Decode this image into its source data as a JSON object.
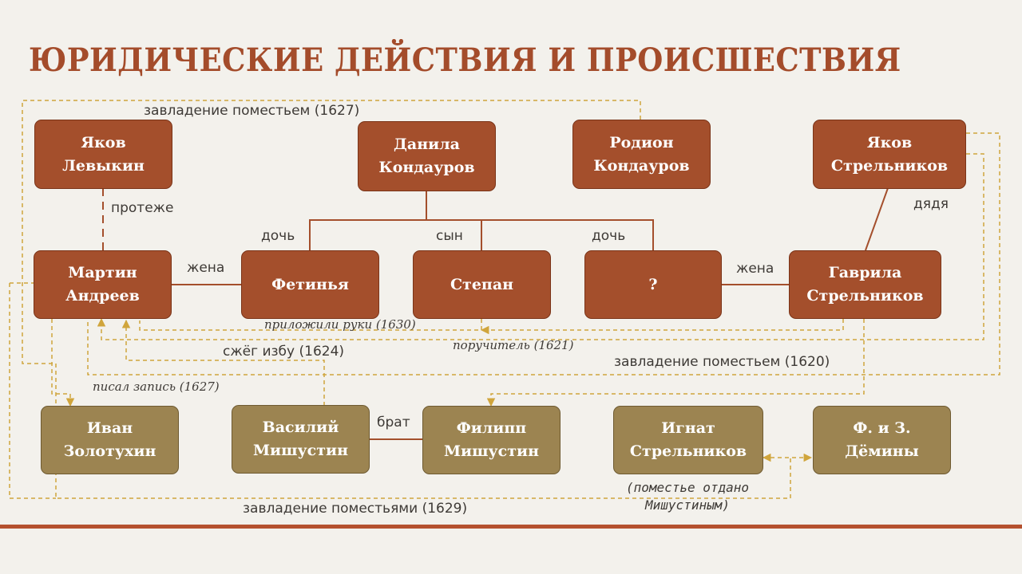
{
  "title": "ЮРИДИЧЕСКИЕ ДЕЙСТВИЯ И ПРОИСШЕСТВИЯ",
  "nodes": {
    "yakov_levykin": "Яков\nЛевыкин",
    "danila_kondaurov": "Данила\nКондауров",
    "rodion_kondaurov": "Родион\nКондауров",
    "yakov_strelnikov": "Яков\nСтрельников",
    "martin_andreev": "Мартин\nАндреев",
    "fetinya": "Фетинья",
    "stepan": "Степан",
    "unknown": "?",
    "gavrila_strelnikov": "Гаврила\nСтрельников",
    "ivan_zolotukhin": "Иван\nЗолотухин",
    "vasily_mishustin": "Василий\nМишустин",
    "filipp_mishustin": "Филипп\nМишустин",
    "ignat_strelnikov": "Игнат\nСтрельников",
    "deminy": "Ф. и З.\nДёмины"
  },
  "labels": {
    "zavladenie_1627": "завладение поместьем (1627)",
    "protezhe": "протеже",
    "doch1": "дочь",
    "syn": "сын",
    "doch2": "дочь",
    "dyadya": "дядя",
    "zhena1": "жена",
    "zhena2": "жена",
    "prilozhili": "приложили руки (1630)",
    "szheg": "сжёг избу (1624)",
    "poruchitel": "поручитель (1621)",
    "zavladenie_1620": "завладение поместьем (1620)",
    "pisal": "писал запись (1627)",
    "brat": "брат",
    "pomestie_note": "(поместье отдано\nМишустиным)",
    "zavladenie_1629": "завладение поместьями (1629)"
  },
  "colors": {
    "primary": "#a44f2c",
    "secondary": "#9c8451",
    "title": "#a44c2b",
    "dashed_link": "#d0a53c",
    "solid_link": "#a44f2c"
  }
}
